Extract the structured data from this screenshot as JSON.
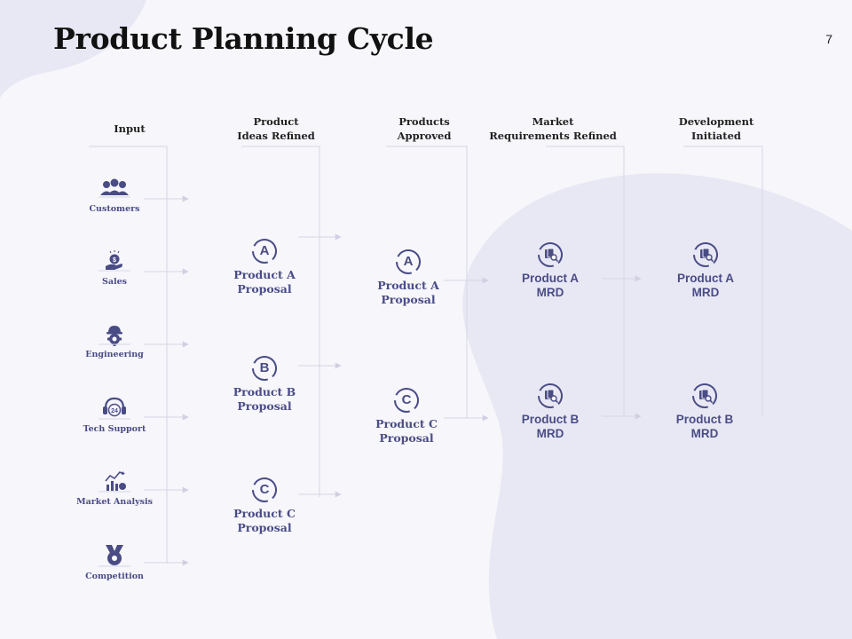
{
  "slide": {
    "title": "Product Planning Cycle",
    "page_number": "7"
  },
  "colors": {
    "accent": "#4a4c86",
    "line": "#d6d6e6",
    "blob": "#e8e8f4"
  },
  "columns": [
    {
      "header": "Input"
    },
    {
      "header": "Product\nIdeas Refined"
    },
    {
      "header": "Products\nApproved"
    },
    {
      "header": "Market\nRequirements Refined"
    },
    {
      "header": "Development\nInitiated"
    }
  ],
  "inputs": [
    {
      "label": "Customers",
      "icon": "customers-icon"
    },
    {
      "label": "Sales",
      "icon": "sales-icon"
    },
    {
      "label": "Engineering",
      "icon": "engineering-icon"
    },
    {
      "label": "Tech Support",
      "icon": "tech-support-icon",
      "icon_text": "24"
    },
    {
      "label": "Market Analysis",
      "icon": "market-analysis-icon"
    },
    {
      "label": "Competition",
      "icon": "competition-icon"
    }
  ],
  "ideas": [
    {
      "badge": "A",
      "label": "Product A\nProposal"
    },
    {
      "badge": "B",
      "label": "Product B\nProposal"
    },
    {
      "badge": "C",
      "label": "Product C\nProposal"
    }
  ],
  "approved": [
    {
      "badge": "A",
      "label": "Product A\nProposal"
    },
    {
      "badge": "C",
      "label": "Product C\nProposal"
    }
  ],
  "mrd": [
    {
      "label": "Product A\nMRD",
      "icon": "document-search-icon"
    },
    {
      "label": "Product B\nMRD",
      "icon": "document-search-icon"
    }
  ],
  "development": [
    {
      "label": "Product A\nMRD",
      "icon": "document-search-icon"
    },
    {
      "label": "Product B\nMRD",
      "icon": "document-search-icon"
    }
  ]
}
